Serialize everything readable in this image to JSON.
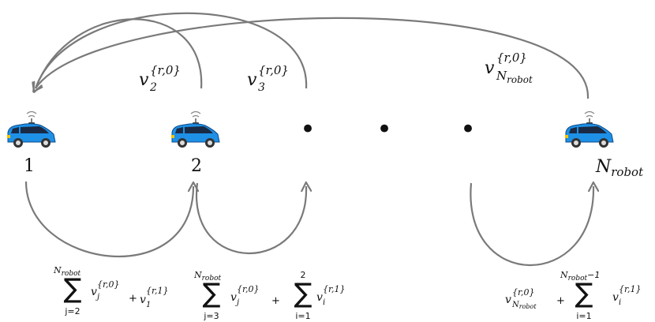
{
  "nodes": [
    {
      "id": "1",
      "label": "1"
    },
    {
      "id": "2",
      "label": "2"
    },
    {
      "id": "N",
      "label": "N",
      "sub": "robot"
    }
  ],
  "dots": [
    "•",
    "•",
    "•"
  ],
  "top_labels": [
    {
      "base": "v",
      "sub": "2",
      "sup": "{r,0}"
    },
    {
      "base": "v",
      "sub": "3",
      "sup": "{r,0}"
    },
    {
      "base": "v",
      "sub": "N",
      "subsub": "robot",
      "sup": "{r,0}"
    }
  ],
  "formulas": {
    "f1": {
      "sum_top": "N",
      "sum_top_sub": "robot",
      "sum_bottom": "j=2",
      "term1": "v",
      "term1_sub": "j",
      "term1_sup": "{r,0}",
      "plus": "+",
      "term2": "v",
      "term2_sub": "1",
      "term2_sup": "{r,1}"
    },
    "f2": {
      "sum1_top": "N",
      "sum1_top_sub": "robot",
      "sum1_bottom": "j=3",
      "term1": "v",
      "term1_sub": "j",
      "term1_sup": "{r,0}",
      "plus": "+",
      "sum2_top": "2",
      "sum2_bottom": "i=1",
      "term2": "v",
      "term2_sub": "i",
      "term2_sup": "{r,1}"
    },
    "f3": {
      "term1": "v",
      "term1_sub": "N",
      "term1_subsub": "robot",
      "term1_sup": "{r,0}",
      "plus": "+",
      "sum_top": "N",
      "sum_top_sub": "robot",
      "sum_top_tail": "−1",
      "sum_bottom": "i=1",
      "term2": "v",
      "term2_sub": "i",
      "term2_sup": "{r,1}"
    }
  },
  "sigma": "∑",
  "colors": {
    "arrow": "#7a7a7a",
    "car_body": "#1e90e6",
    "car_dark": "#0d4a8a",
    "car_window": "#1a2a44",
    "text": "#111111"
  }
}
